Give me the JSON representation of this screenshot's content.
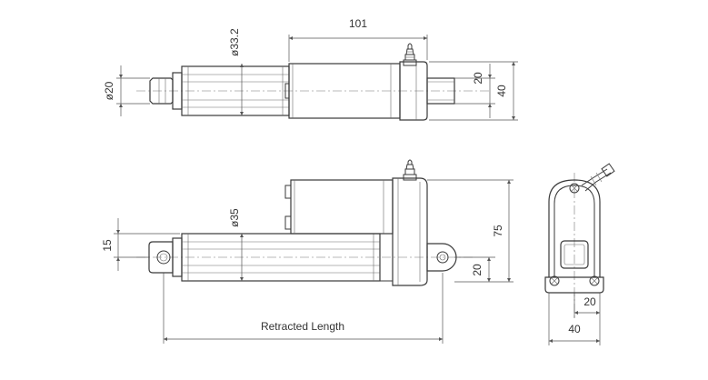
{
  "dimensions": {
    "length_101": "101",
    "dia_33_2": "ø33.2",
    "dia_20": "ø20",
    "top_h20": "20",
    "top_h40": "40",
    "dia_35": "ø35",
    "side_15": "15",
    "side_75": "75",
    "side_20": "20",
    "end_20": "20",
    "end_40": "40",
    "retracted_length": "Retracted Length"
  }
}
